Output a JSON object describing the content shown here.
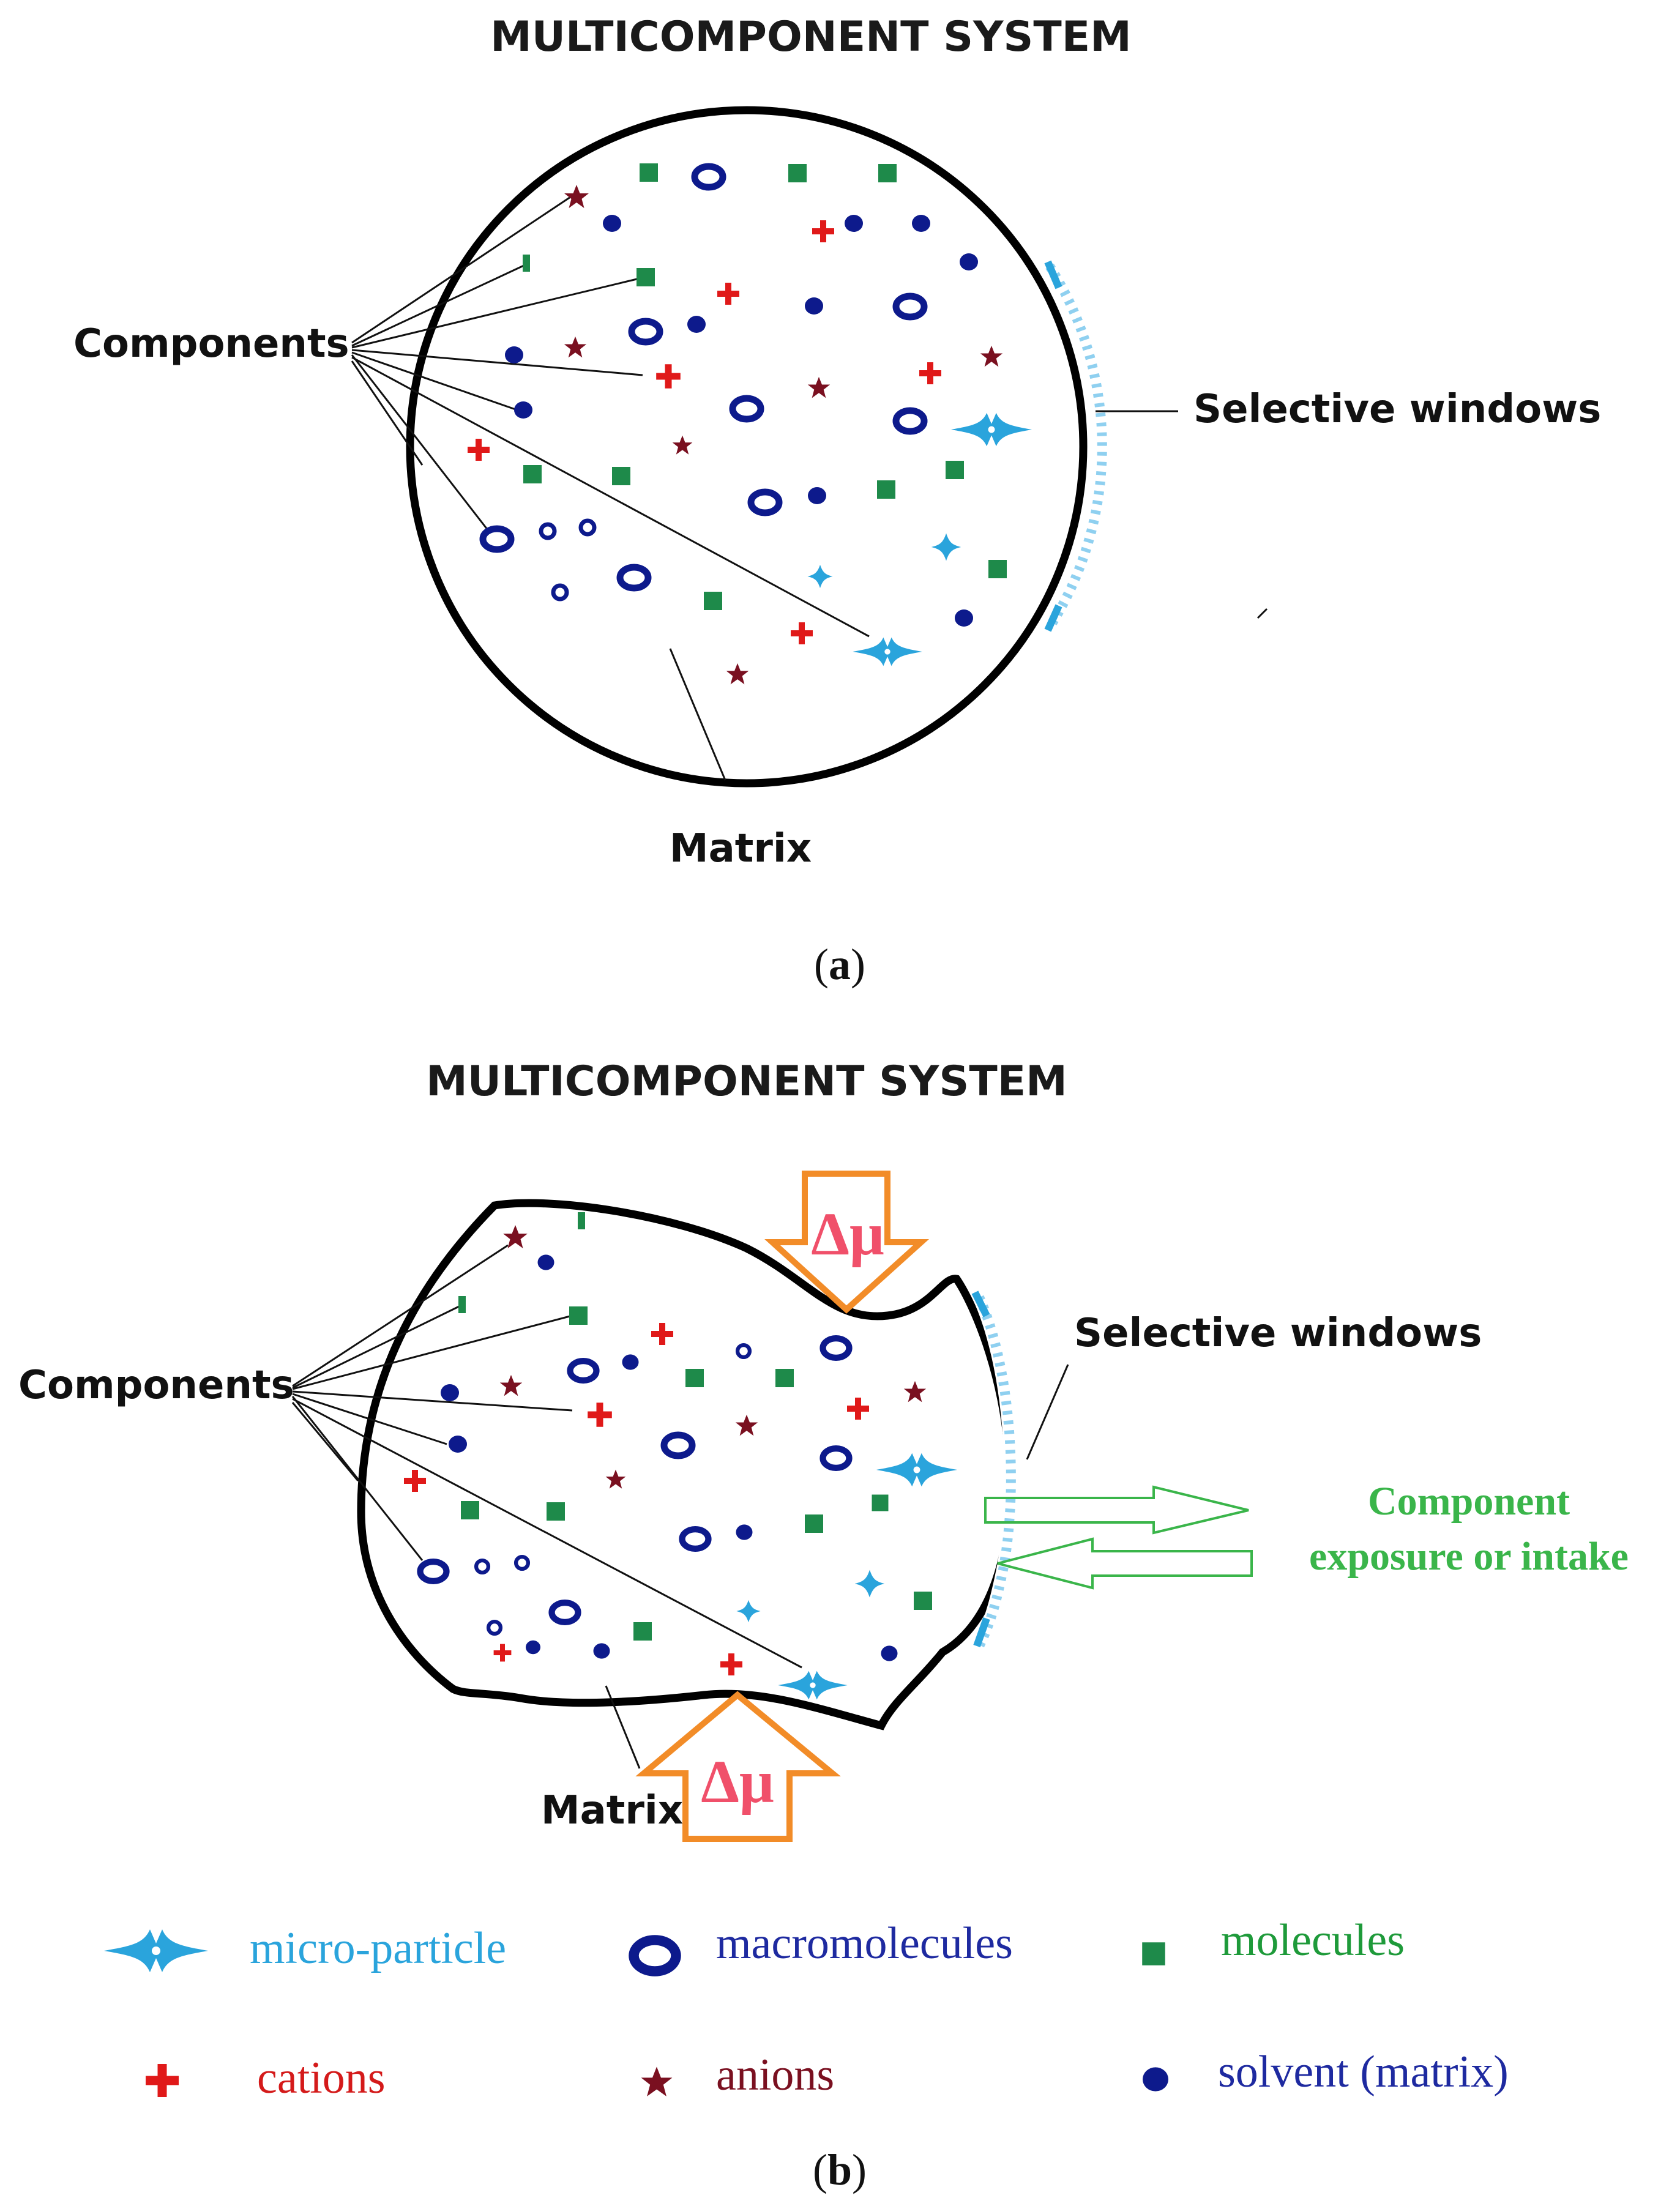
{
  "panel_a": {
    "title": "MULTICOMPONENT SYSTEM",
    "components_label": "Components",
    "selective_windows_label": "Selective windows",
    "matrix_label": "Matrix",
    "caption": "(a)"
  },
  "panel_b": {
    "title": "MULTICOMPONENT SYSTEM",
    "components_label": "Components",
    "selective_windows_label": "Selective windows",
    "matrix_label": "Matrix",
    "delta_top": "Δμ",
    "delta_bottom": "Δμ",
    "exposure_line1": "Component",
    "exposure_line2": "exposure or intake",
    "caption": "(b)"
  },
  "legend": {
    "micro_particle": "micro-particle",
    "macromolecules": "macromolecules",
    "molecules": "molecules",
    "cations": "cations",
    "anions": "anions",
    "solvent": "solvent (matrix)"
  },
  "colors": {
    "micro_particle": "#2aa4dc",
    "macromolecule": "#0d1a8c",
    "molecule": "#1e8a4a",
    "cation": "#e01919",
    "anion": "#7a1020",
    "solvent": "#0d1a8c",
    "delta_arrow": "#f28c28",
    "delta_text": "#f0506a",
    "exposure": "#3ab54a",
    "legend_micro_text": "#2aa4dc",
    "legend_macro_text": "#1e2aa0",
    "legend_mol_text": "#1e9a3a",
    "legend_cation_text": "#d41a1a",
    "legend_anion_text": "#7a1020",
    "legend_solvent_text": "#1e2aa0"
  }
}
